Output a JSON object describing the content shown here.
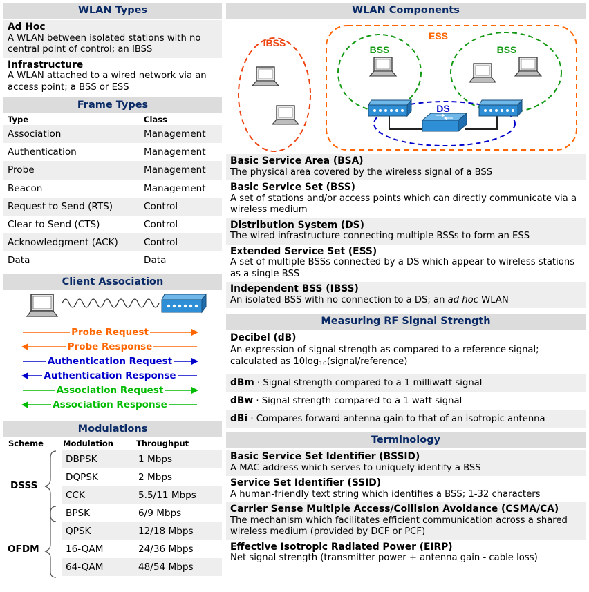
{
  "wlan_types": {
    "title": "WLAN Types",
    "items": [
      {
        "term": "Ad Hoc",
        "desc": "A WLAN between isolated stations with no central point of control; an IBSS"
      },
      {
        "term": "Infrastructure",
        "desc": "A WLAN attached to a wired network via an access point; a BSS or ESS"
      }
    ]
  },
  "frame_types": {
    "title": "Frame Types",
    "col_type": "Type",
    "col_class": "Class",
    "rows": [
      {
        "type": "Association",
        "class": "Management"
      },
      {
        "type": "Authentication",
        "class": "Management"
      },
      {
        "type": "Probe",
        "class": "Management"
      },
      {
        "type": "Beacon",
        "class": "Management"
      },
      {
        "type": "Request to Send (RTS)",
        "class": "Control"
      },
      {
        "type": "Clear to Send (CTS)",
        "class": "Control"
      },
      {
        "type": "Acknowledgment (ACK)",
        "class": "Control"
      },
      {
        "type": "Data",
        "class": "Data"
      }
    ]
  },
  "client_association": {
    "title": "Client Association",
    "steps": [
      {
        "label": "Probe Request",
        "direction": "right",
        "color": "#ff6600"
      },
      {
        "label": "Probe Response",
        "direction": "left",
        "color": "#ff6600"
      },
      {
        "label": "Authentication Request",
        "direction": "right",
        "color": "#0000cc"
      },
      {
        "label": "Authentication Response",
        "direction": "left",
        "color": "#0000cc"
      },
      {
        "label": "Association Request",
        "direction": "right",
        "color": "#00bb00"
      },
      {
        "label": "Association Response",
        "direction": "left",
        "color": "#00bb00"
      }
    ]
  },
  "modulations": {
    "title": "Modulations",
    "col_scheme": "Scheme",
    "col_modulation": "Modulation",
    "col_throughput": "Throughput",
    "dsss_label": "DSSS",
    "ofdm_label": "OFDM",
    "rows": [
      {
        "modulation": "DBPSK",
        "throughput": "1 Mbps"
      },
      {
        "modulation": "DQPSK",
        "throughput": "2 Mbps"
      },
      {
        "modulation": "CCK",
        "throughput": "5.5/11 Mbps"
      },
      {
        "modulation": "BPSK",
        "throughput": "6/9 Mbps"
      },
      {
        "modulation": "QPSK",
        "throughput": "12/18 Mbps"
      },
      {
        "modulation": "16-QAM",
        "throughput": "24/36 Mbps"
      },
      {
        "modulation": "64-QAM",
        "throughput": "48/54 Mbps"
      }
    ]
  },
  "wlan_components": {
    "title": "WLAN Components",
    "labels": {
      "ibss": "IBSS",
      "ess": "ESS",
      "bss1": "BSS",
      "bss2": "BSS",
      "ds": "DS"
    },
    "colors": {
      "ibss": "#ee4411",
      "ess": "#ff6600",
      "bss": "#119911",
      "ds": "#0000cc"
    },
    "items": [
      {
        "term": "Basic Service Area (BSA)",
        "desc": "The physical area covered by the wireless signal of a BSS"
      },
      {
        "term": "Basic Service Set (BSS)",
        "desc": "A set of stations and/or access points which can directly communicate via a wireless medium"
      },
      {
        "term": "Distribution System (DS)",
        "desc": "The wired infrastructure connecting multiple BSSs to form an ESS"
      },
      {
        "term": "Extended Service Set (ESS)",
        "desc": "A set of multiple BSSs connected by a DS which appear to wireless stations as a single BSS"
      },
      {
        "term": "Independent BSS (IBSS)",
        "desc_pre": "An isolated BSS with no connection to a DS; an ",
        "desc_em": "ad hoc",
        "desc_post": " WLAN"
      }
    ]
  },
  "rf_signal": {
    "title": "Measuring RF Signal Strength",
    "decibel_term": "Decibel (dB)",
    "decibel_desc": "An expression of signal strength as compared to a reference signal; calculated as 10log",
    "decibel_sub": "10",
    "decibel_tail": "(signal/reference)",
    "units": [
      {
        "term": "dBm",
        "desc": " · Signal strength compared to a 1 milliwatt signal"
      },
      {
        "term": "dBw",
        "desc": " · Signal strength compared to a 1 watt signal"
      },
      {
        "term": "dBi",
        "desc": " · Compares forward antenna gain to that of an isotropic antenna"
      }
    ]
  },
  "terminology": {
    "title": "Terminology",
    "items": [
      {
        "term": "Basic Service Set Identifier (BSSID)",
        "desc": "A MAC address which serves to uniquely identify a BSS"
      },
      {
        "term": "Service Set Identifier (SSID)",
        "desc": "A human-friendly text string which identifies a BSS; 1-32 characters"
      },
      {
        "term": "Carrier Sense Multiple Access/Collision Avoidance (CSMA/CA)",
        "desc": "The mechanism which facilitates efficient communication across a shared wireless medium (provided by DCF or PCF)"
      },
      {
        "term": "Effective Isotropic Radiated Power (EIRP)",
        "desc": "Net signal strength (transmitter power + antenna gain - cable loss)"
      }
    ]
  }
}
